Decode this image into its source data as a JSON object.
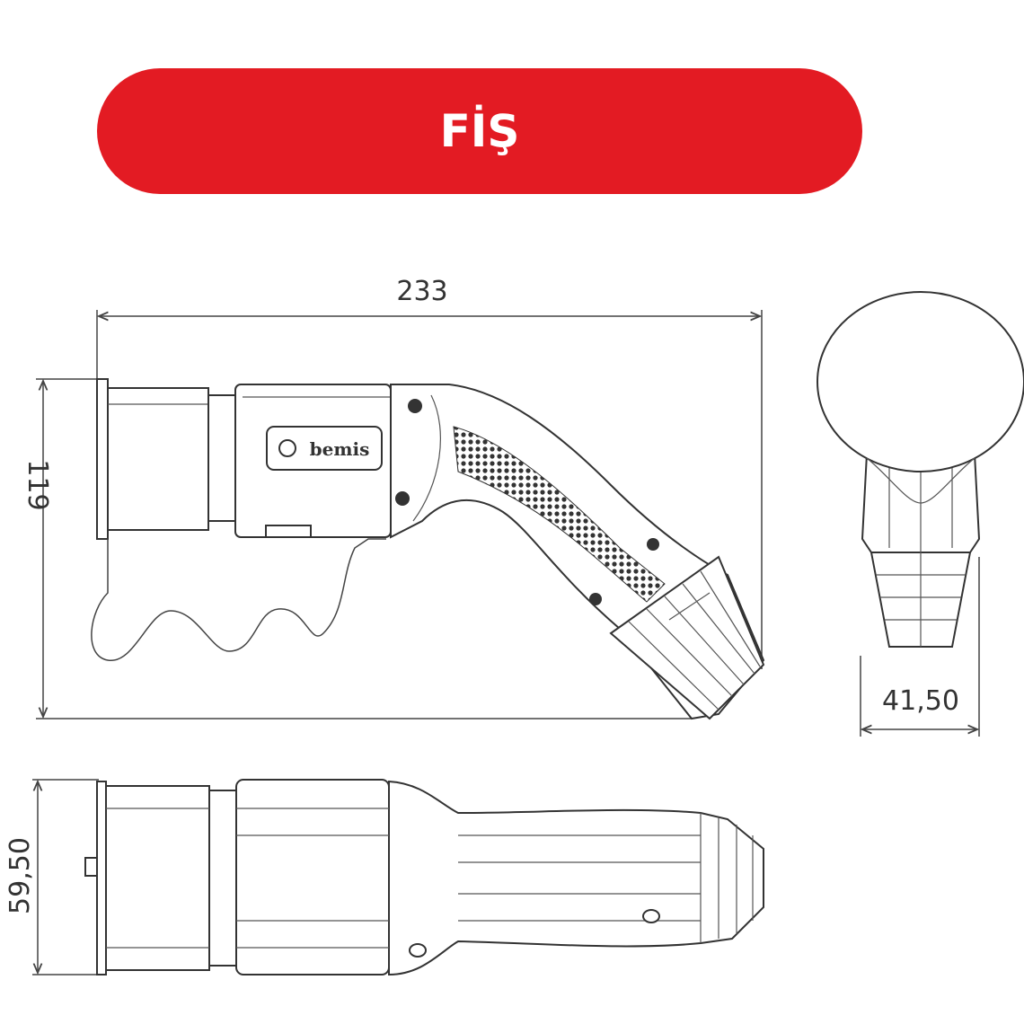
{
  "title": "FİŞ",
  "accent_color": "#e31b23",
  "brand_logo_text": "bemis",
  "dimensions": {
    "length": "233",
    "height": "119",
    "front_width": "41,50",
    "top_width": "59,50"
  }
}
